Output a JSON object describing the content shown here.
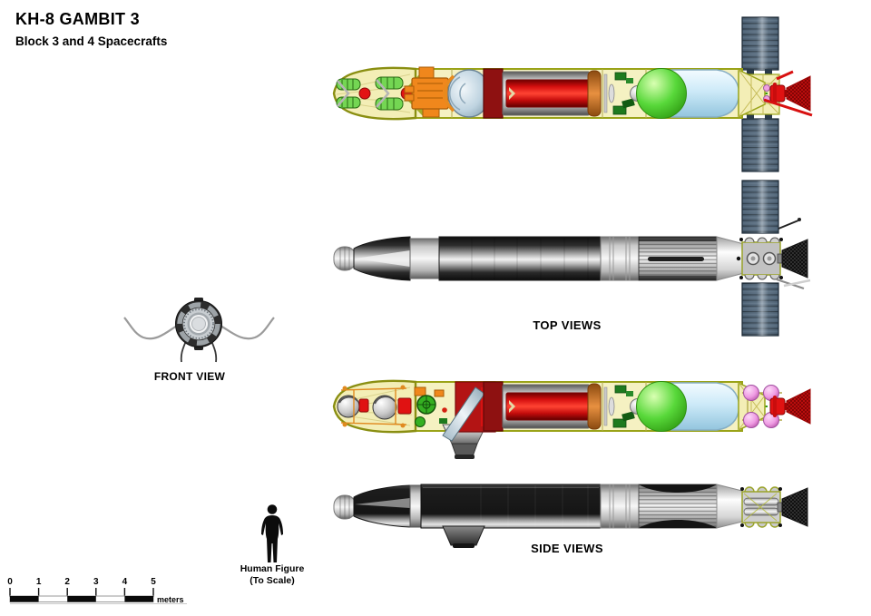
{
  "header": {
    "title": "KH-8 GAMBIT 3",
    "subtitle": "Block 3 and 4 Spacecrafts"
  },
  "views": {
    "top_label": "TOP VIEWS",
    "front_label": "FRONT VIEW",
    "side_label": "SIDE VIEWS"
  },
  "scale": {
    "human_line1": "Human Figure",
    "human_line2": "(To Scale)",
    "unit": "meters",
    "ticks": [
      "0",
      "1",
      "2",
      "3",
      "4",
      "5"
    ]
  },
  "colors": {
    "hull_pale_yellow": "#f5f1c2",
    "hull_olive": "#8f9414",
    "camera_orange": "#f0871c",
    "film_red": "#d40f0f",
    "housing_dark_red": "#8e1111",
    "propellant_green": "#58d83a",
    "tank_blue": "#cdeaf8",
    "sphere_pink": "#ee9ae2",
    "solar_slate": "#4b5f72",
    "body_black": "#151515",
    "metal_silver": "#d8d8d8"
  }
}
